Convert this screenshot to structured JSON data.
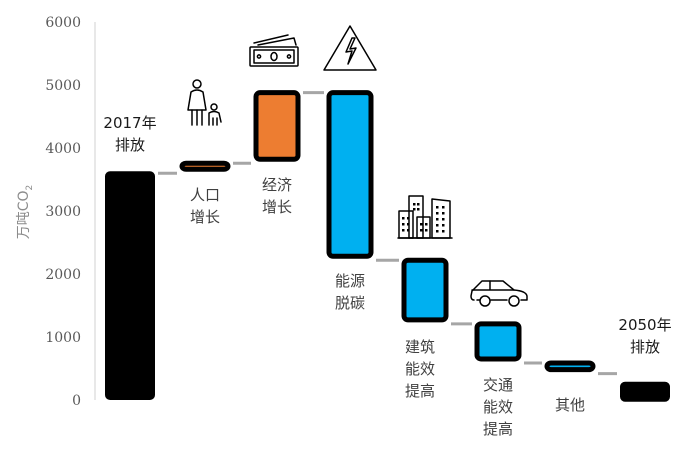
{
  "chart_data": {
    "type": "bar",
    "subtype": "waterfall",
    "title": "",
    "xlabel": "",
    "ylabel": "万吨CO2",
    "ylim": [
      0,
      6000
    ],
    "yticks": [
      0,
      1000,
      2000,
      3000,
      4000,
      5000,
      6000
    ],
    "grid": false,
    "legend": null,
    "categories": [
      "2017年排放",
      "人口增长",
      "经济增长",
      "能源脱碳",
      "建筑能效提高",
      "交通能效提高",
      "其他",
      "2050年排放"
    ],
    "category_lines": [
      [
        "2017年",
        "排放"
      ],
      [
        "人口",
        "增长"
      ],
      [
        "经济",
        "增长"
      ],
      [
        "能源",
        "脱碳"
      ],
      [
        "建筑",
        "能效",
        "提高"
      ],
      [
        "交通",
        "能效",
        "提高"
      ],
      [
        "其他"
      ],
      [
        "2050年",
        "排放"
      ]
    ],
    "deltas": [
      3630,
      160,
      1120,
      -2660,
      -1010,
      -620,
      -170,
      290
    ],
    "bars": [
      {
        "label": "2017年排放",
        "start": 0,
        "end": 3630,
        "kind": "total",
        "color": "#000000",
        "icon": null
      },
      {
        "label": "人口增长",
        "start": 3630,
        "end": 3790,
        "kind": "increase",
        "color": "#ED7D31",
        "icon": "family-icon"
      },
      {
        "label": "经济增长",
        "start": 3790,
        "end": 4910,
        "kind": "increase",
        "color": "#ED7D31",
        "icon": "money-icon"
      },
      {
        "label": "能源脱碳",
        "start": 4910,
        "end": 2250,
        "kind": "decrease",
        "color": "#00B0F0",
        "icon": "electricity-warning-icon"
      },
      {
        "label": "建筑能效提高",
        "start": 2250,
        "end": 1240,
        "kind": "decrease",
        "color": "#00B0F0",
        "icon": "buildings-icon"
      },
      {
        "label": "交通能效提高",
        "start": 1240,
        "end": 620,
        "kind": "decrease",
        "color": "#00B0F0",
        "icon": "car-icon"
      },
      {
        "label": "其他",
        "start": 620,
        "end": 450,
        "kind": "decrease",
        "color": "#00B0F0",
        "icon": null
      },
      {
        "label": "2050年排放",
        "start": 0,
        "end": 290,
        "kind": "total",
        "color": "#000000",
        "icon": null
      }
    ],
    "colors": {
      "total": "#000000",
      "increase": "#ED7D31",
      "decrease": "#00B0F0",
      "connector": "#A6A6A6",
      "axis": "#D9D9D9"
    }
  }
}
